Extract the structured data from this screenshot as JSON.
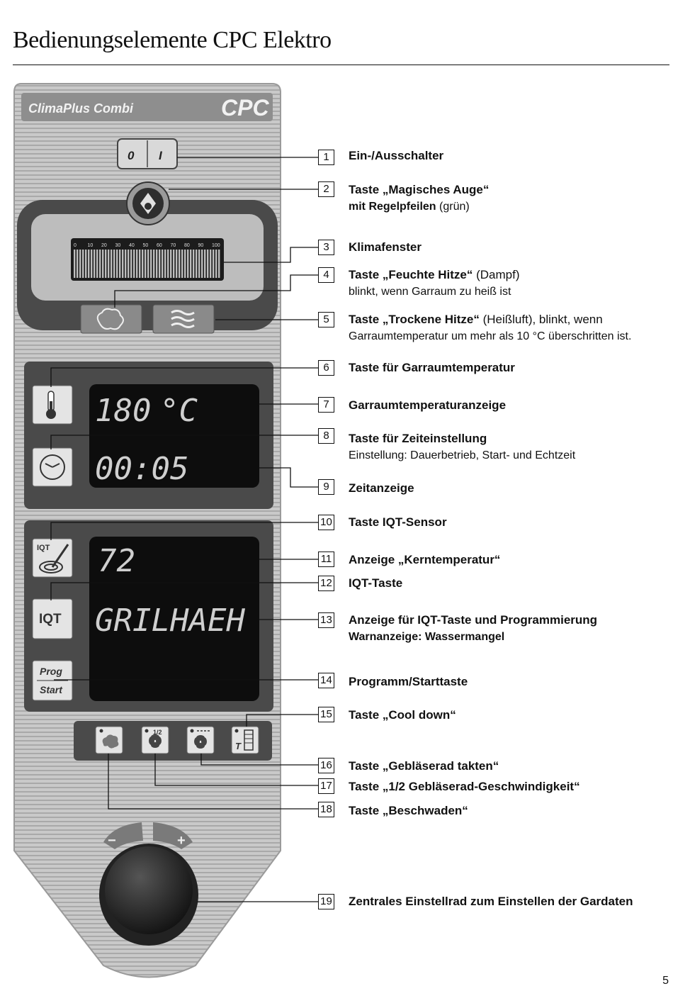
{
  "page": {
    "title": "Bedienungselemente CPC Elektro",
    "number": "5"
  },
  "panel": {
    "brand": "ClimaPlus Combi",
    "model": "CPC",
    "power_off": "0",
    "power_on": "I",
    "scale_ticks": [
      "0",
      "10",
      "20",
      "30",
      "40",
      "50",
      "60",
      "70",
      "80",
      "90",
      "100"
    ],
    "temp_display": "180",
    "temp_unit": "°C",
    "time_display": "00:05",
    "core_temp_display": "72",
    "iqt_display": "GRILHAEH",
    "iqt_sensor_label": "IQT",
    "iqt_key_label": "IQT",
    "prog_label": "Prog",
    "start_label": "Start",
    "fan_half_label": "1/2",
    "minus": "−",
    "plus": "+"
  },
  "callouts": [
    {
      "n": "1",
      "bold": "Ein-/Ausschalter",
      "normal": "",
      "line2_bold": "",
      "line2_normal": ""
    },
    {
      "n": "2",
      "bold": "Taste „Magisches Auge“",
      "normal": "",
      "line2_bold": "mit Regelpfeilen",
      "line2_normal": " (grün)"
    },
    {
      "n": "3",
      "bold": "Klimafenster",
      "normal": "",
      "line2_bold": "",
      "line2_normal": ""
    },
    {
      "n": "4",
      "bold": "Taste „Feuchte Hitze“",
      "normal": " (Dampf)",
      "line2_bold": "",
      "line2_normal": "blinkt, wenn Garraum zu heiß ist"
    },
    {
      "n": "5",
      "bold": "Taste „Trockene Hitze“",
      "normal": " (Heißluft), blinkt, wenn",
      "line2_bold": "",
      "line2_normal": "Garraumtemperatur um mehr als 10 °C überschritten ist."
    },
    {
      "n": "6",
      "bold": "Taste für Garraumtemperatur",
      "normal": "",
      "line2_bold": "",
      "line2_normal": ""
    },
    {
      "n": "7",
      "bold": "Garraumtemperaturanzeige",
      "normal": "",
      "line2_bold": "",
      "line2_normal": ""
    },
    {
      "n": "8",
      "bold": "Taste für Zeiteinstellung",
      "normal": "",
      "line2_bold": "",
      "line2_normal": "Einstellung: Dauerbetrieb, Start- und Echtzeit"
    },
    {
      "n": "9",
      "bold": "Zeitanzeige",
      "normal": "",
      "line2_bold": "",
      "line2_normal": ""
    },
    {
      "n": "10",
      "bold": "Taste IQT-Sensor",
      "normal": "",
      "line2_bold": "",
      "line2_normal": ""
    },
    {
      "n": "11",
      "bold": "Anzeige „Kerntemperatur“",
      "normal": "",
      "line2_bold": "",
      "line2_normal": ""
    },
    {
      "n": "12",
      "bold": "IQT-Taste",
      "normal": "",
      "line2_bold": "",
      "line2_normal": ""
    },
    {
      "n": "13",
      "bold": "Anzeige für IQT-Taste und Programmierung",
      "normal": "",
      "line2_bold": "Warnanzeige: Wassermangel",
      "line2_normal": ""
    },
    {
      "n": "14",
      "bold": "Programm/Starttaste",
      "normal": "",
      "line2_bold": "",
      "line2_normal": ""
    },
    {
      "n": "15",
      "bold": "Taste „Cool down“",
      "normal": "",
      "line2_bold": "",
      "line2_normal": ""
    },
    {
      "n": "16",
      "bold": "Taste „Gebläserad takten“",
      "normal": "",
      "line2_bold": "",
      "line2_normal": ""
    },
    {
      "n": "17",
      "bold": "Taste „1/2 Gebläserad-Geschwindigkeit“",
      "normal": "",
      "line2_bold": "",
      "line2_normal": ""
    },
    {
      "n": "18",
      "bold": "Taste „Beschwaden“",
      "normal": "",
      "line2_bold": "",
      "line2_normal": ""
    },
    {
      "n": "19",
      "bold": "Zentrales Einstellrad zum Einstellen der Gardaten",
      "normal": "",
      "line2_bold": "",
      "line2_normal": ""
    }
  ]
}
